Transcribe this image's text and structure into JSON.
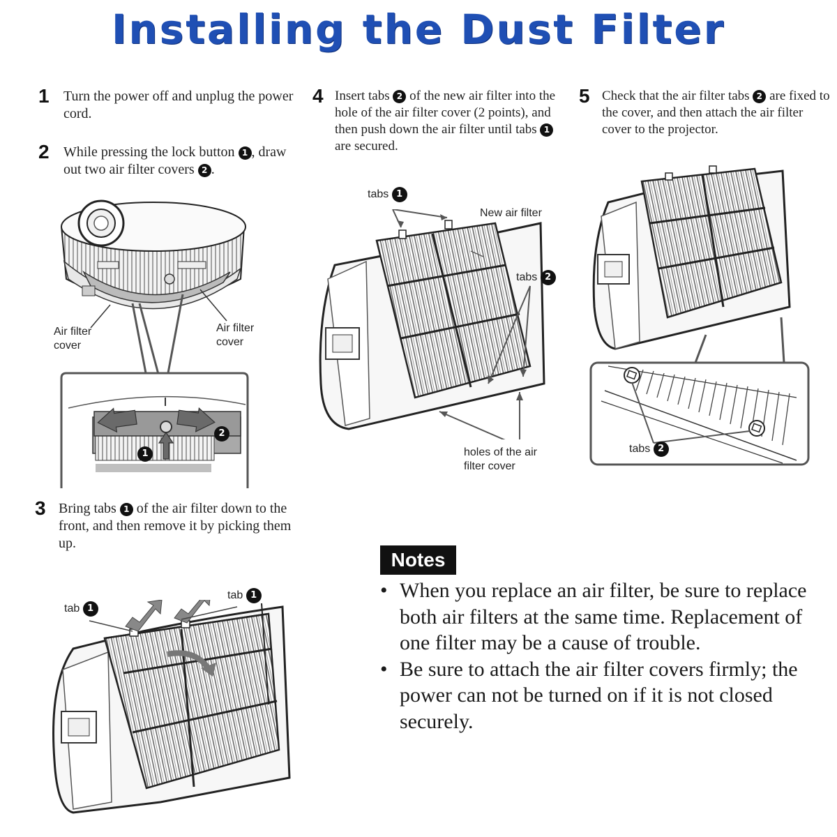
{
  "title": "Installing the Dust Filter",
  "steps": [
    {
      "num": "1",
      "parts": [
        "Turn the power off and unplug the power cord."
      ]
    },
    {
      "num": "2",
      "parts": [
        "While pressing the lock button ",
        ", draw out two air filter covers ",
        "."
      ],
      "markers": [
        "1",
        "2"
      ]
    },
    {
      "num": "3",
      "parts": [
        "Bring tabs ",
        " of the air filter down to the front, and then remove it by picking them up."
      ],
      "markers": [
        "1"
      ]
    },
    {
      "num": "4",
      "parts": [
        "Insert tabs ",
        " of the new air filter into the hole of the air filter cover (2 points), and then push down the air filter until tabs ",
        " are secured."
      ],
      "markers": [
        "2",
        "1"
      ]
    },
    {
      "num": "5",
      "parts": [
        "Check that the air filter tabs ",
        " are fixed to the cover, and then attach the air filter cover to the projector."
      ],
      "markers": [
        "2"
      ]
    }
  ],
  "figure2": {
    "label_left": "Air filter cover",
    "label_right": "Air filter cover",
    "marker_lock": "1",
    "marker_cover": "2"
  },
  "figure3": {
    "tab_left": "tab",
    "tab_right": "tab",
    "marker": "1"
  },
  "figure4": {
    "tabs_top": "tabs",
    "tabs_top_marker": "1",
    "new_filter": "New air filter",
    "tabs_side": "tabs",
    "tabs_side_marker": "2",
    "holes": "holes of the air filter cover"
  },
  "figure5": {
    "tabs": "tabs",
    "tabs_marker": "2"
  },
  "notes": {
    "heading": "Notes",
    "items": [
      "When you replace an air filter, be sure to replace both air filters at the same time. Replacement of one filter may be a cause of trouble.",
      "Be sure to attach the air filter covers firmly; the power can not be turned on if it is not closed securely."
    ]
  },
  "colors": {
    "title": "#1f4fb4",
    "ink": "#1a1a1a",
    "gray_fill": "#b5b5b5"
  }
}
